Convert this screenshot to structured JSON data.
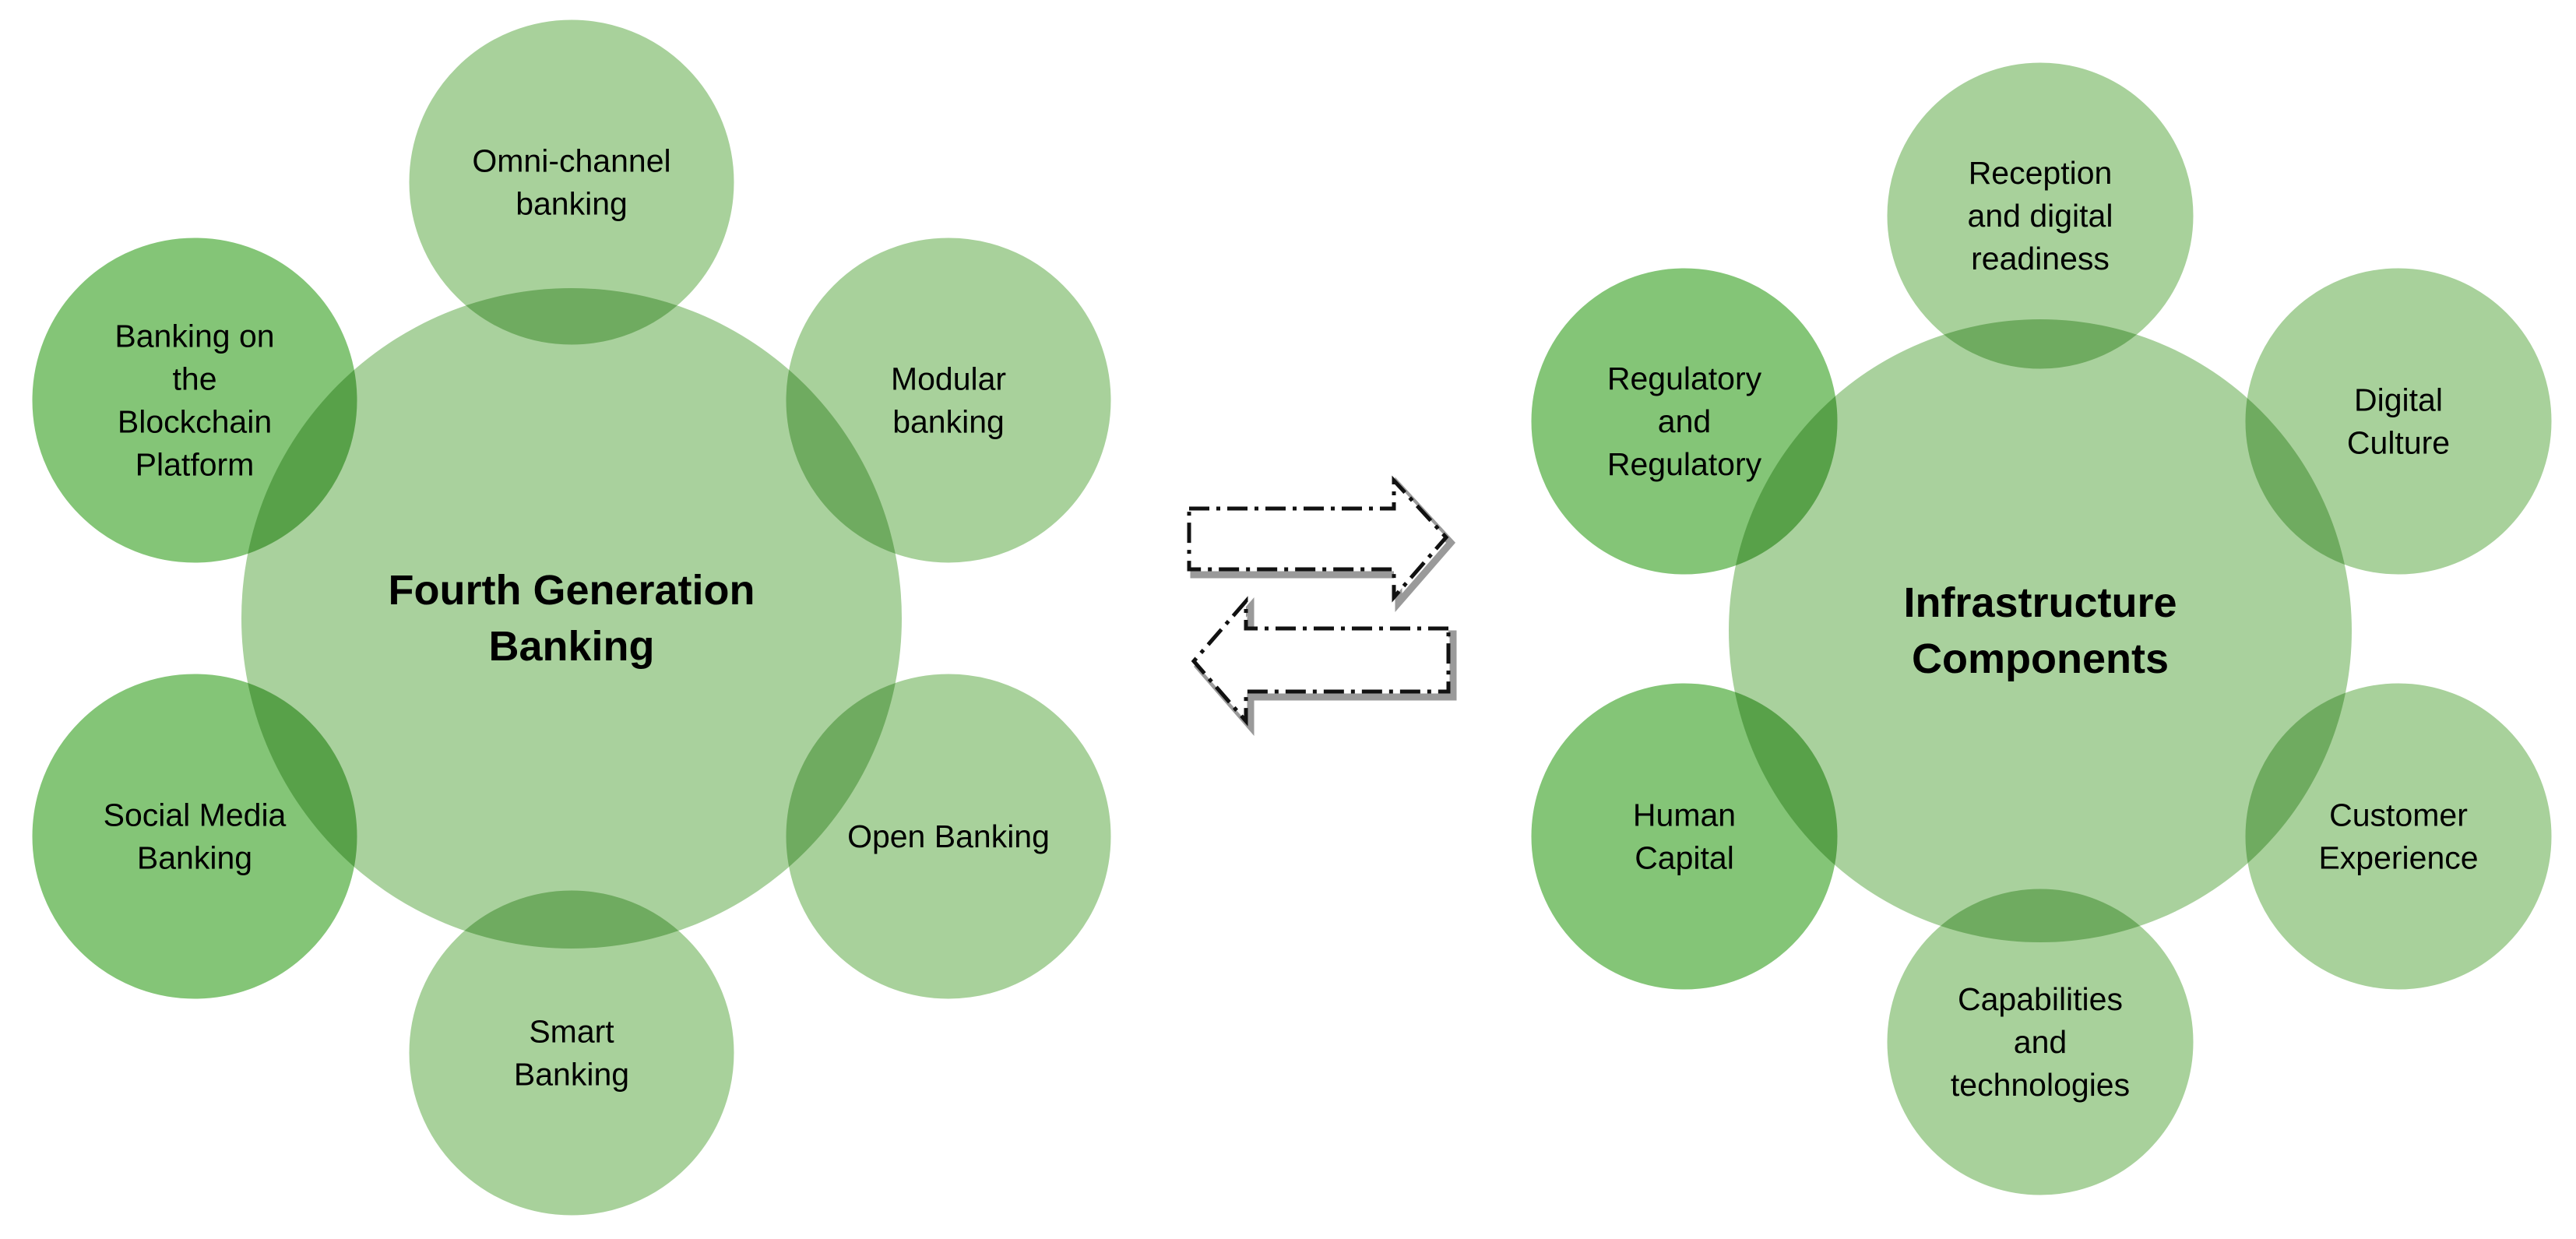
{
  "colors": {
    "hub": "#a9d19d",
    "satellite_light": "#99c98a",
    "satellite_dark": "#6fbb5f",
    "satellite_outline": "#ffffff",
    "arrow_stroke": "#111111",
    "arrow_shadow": "#9a9a9a"
  },
  "left_cluster": {
    "hub": {
      "lines": [
        "Fourth Generation",
        "Banking"
      ]
    },
    "satellites": [
      {
        "lines": [
          "Omni-channel",
          "banking"
        ],
        "tone": "light"
      },
      {
        "lines": [
          "Modular",
          "banking"
        ],
        "tone": "light"
      },
      {
        "lines": [
          "Open Banking"
        ],
        "tone": "light"
      },
      {
        "lines": [
          "Smart",
          "Banking"
        ],
        "tone": "light"
      },
      {
        "lines": [
          "Social Media",
          "Banking"
        ],
        "tone": "dark"
      },
      {
        "lines": [
          "Banking on",
          "the",
          "Blockchain",
          "Platform"
        ],
        "tone": "dark"
      }
    ]
  },
  "right_cluster": {
    "hub": {
      "lines": [
        "Infrastructure",
        "Components"
      ]
    },
    "satellites": [
      {
        "lines": [
          "Reception",
          "and digital",
          "readiness"
        ],
        "tone": "light"
      },
      {
        "lines": [
          "Digital",
          "Culture"
        ],
        "tone": "light"
      },
      {
        "lines": [
          "Customer",
          "Experience"
        ],
        "tone": "light"
      },
      {
        "lines": [
          "Capabilities",
          "and",
          "technologies"
        ],
        "tone": "light"
      },
      {
        "lines": [
          "Human",
          "Capital"
        ],
        "tone": "dark"
      },
      {
        "lines": [
          "Regulatory",
          "and",
          "Regulatory"
        ],
        "tone": "dark"
      }
    ]
  },
  "connector": {
    "arrows": [
      {
        "direction": "right",
        "style": "dash-dot"
      },
      {
        "direction": "left",
        "style": "dash-dot"
      }
    ]
  }
}
